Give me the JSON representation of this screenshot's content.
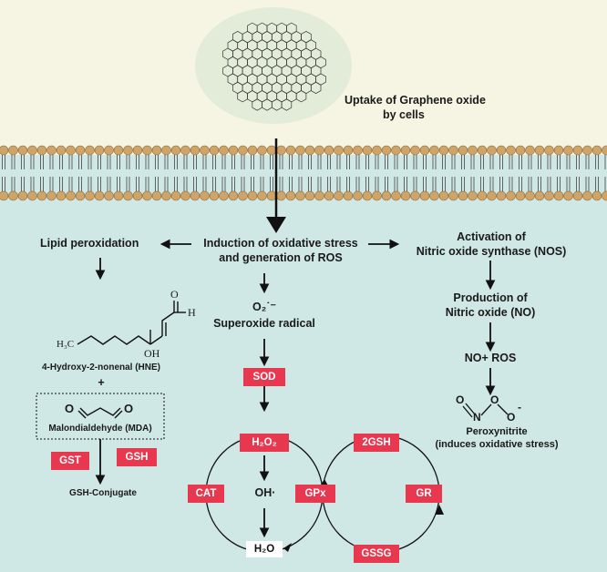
{
  "uptake_label": [
    "Uptake of Graphene oxide",
    "by cells"
  ],
  "stress_label": [
    "Induction of oxidative stress",
    "and generation of ROS"
  ],
  "lipid_peroxidation": "Lipid peroxidation",
  "nos_label": [
    "Activation of",
    "Nitric oxide synthase (NOS)"
  ],
  "no_label": [
    "Production of",
    "Nitric oxide (NO)"
  ],
  "no_ros": "NO+ ROS",
  "peroxynitrite": [
    "Peroxynitrite",
    "(induces oxidative stress)"
  ],
  "superoxide_formula": "O₂˙⁻",
  "superoxide_label": "Superoxide radical",
  "hne_label": "4-Hydroxy-2-nonenal (HNE)",
  "plus": "+",
  "mda_label": "Malondialdehyde (MDA)",
  "conjugate_label": "GSH-Conjugate",
  "oh_radical": "OH·",
  "badges": {
    "sod": "SOD",
    "h2o2": "H₂O₂",
    "cat": "CAT",
    "gpx": "GPx",
    "gsh2": "2GSH",
    "gr": "GR",
    "gssg": "GSSG",
    "gst": "GST",
    "gsh": "GSH",
    "h2o": "H₂O"
  },
  "chem": {
    "hne_h": "H",
    "hne_o": "O",
    "hne_oh": "OH",
    "hne_ch3": "H₃C",
    "mda_o1": "O",
    "mda_o2": "O",
    "pn_o1": "O",
    "pn_n": "N",
    "pn_o2": "O",
    "pn_o3": "O",
    "pn_minus": "-"
  },
  "colors": {
    "badge": "#e8384f",
    "membrane_head": "#cfa468",
    "cell_bg": "#cfe7e5",
    "outside_bg": "#f6f5e3",
    "go_blob": "#e3ecd8"
  }
}
